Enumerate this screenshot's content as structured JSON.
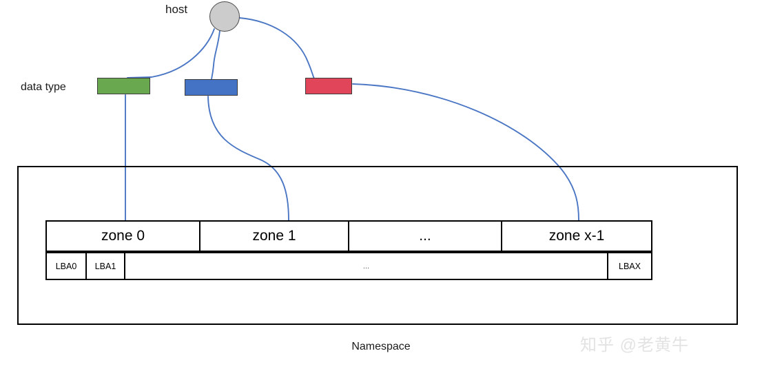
{
  "diagram": {
    "title_label": "Namespace",
    "host": {
      "label": "host",
      "shape": "circle",
      "fill_color": "#cccccc",
      "stroke_color": "#4a4a4a"
    },
    "data_type": {
      "label": "data type",
      "chips": [
        {
          "name": "green-data-type",
          "color": "#6aa84f",
          "target": "zone 0"
        },
        {
          "name": "blue-data-type",
          "color": "#4472c4",
          "target": "zone 1"
        },
        {
          "name": "red-data-type",
          "color": "#e0455a",
          "target": "zone x-1"
        }
      ]
    },
    "zones": [
      {
        "label": "zone 0"
      },
      {
        "label": "zone 1"
      },
      {
        "label": "..."
      },
      {
        "label": "zone x-1"
      }
    ],
    "lba_cells": [
      {
        "label": "LBA0"
      },
      {
        "label": "LBA1"
      },
      {
        "label": "..."
      },
      {
        "label": "LBAX"
      }
    ],
    "connector_color": "#4a76c4",
    "watermark": "知乎 @老黄牛"
  }
}
